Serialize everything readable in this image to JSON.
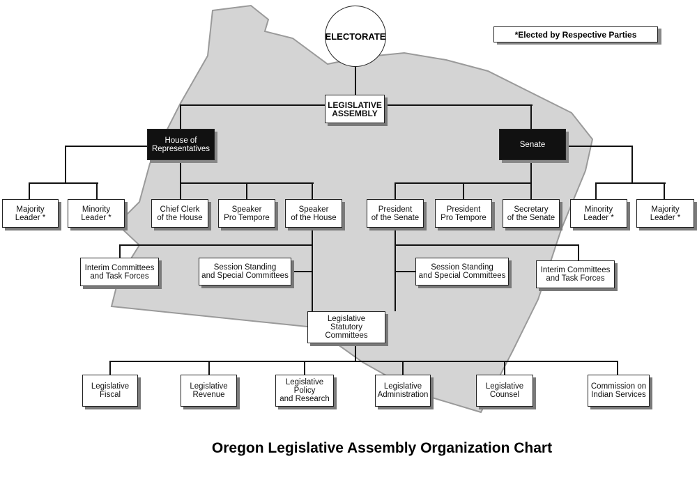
{
  "note": "*Elected by Respective Parties",
  "electorate": "ELECTORATE",
  "assembly": "LEGISLATIVE\nASSEMBLY",
  "house": "House of\nRepresentatives",
  "senate": "Senate",
  "house_row": [
    "Majority\nLeader *",
    "Minority\nLeader *",
    "Chief Clerk\nof the House",
    "Speaker\nPro Tempore",
    "Speaker\nof the House"
  ],
  "senate_row": [
    "President\nof the Senate",
    "President\nPro Tempore",
    "Secretary\nof the Senate",
    "Minority\nLeader *",
    "Majority\nLeader *"
  ],
  "house_committees": [
    "Interim  Committees\nand Task  Forces",
    "Session Standing\nand Special Committees"
  ],
  "senate_committees": [
    "Session Standing\nand Special Committees",
    "Interim  Committees\nand Task  Forces"
  ],
  "statutory": "Legislative\nStatutory Committees",
  "bottom_row": [
    "Legislative\nFiscal",
    "Legislative\nRevenue",
    "Legislative Policy\nand Research",
    "Legislative\nAdministration",
    "Legislative\nCounsel",
    "Commission on\nIndian Services"
  ],
  "title": "Oregon Legislative Assembly Organization Chart",
  "colors": {
    "map": "#d4d4d4",
    "dark_box": "#111111"
  }
}
